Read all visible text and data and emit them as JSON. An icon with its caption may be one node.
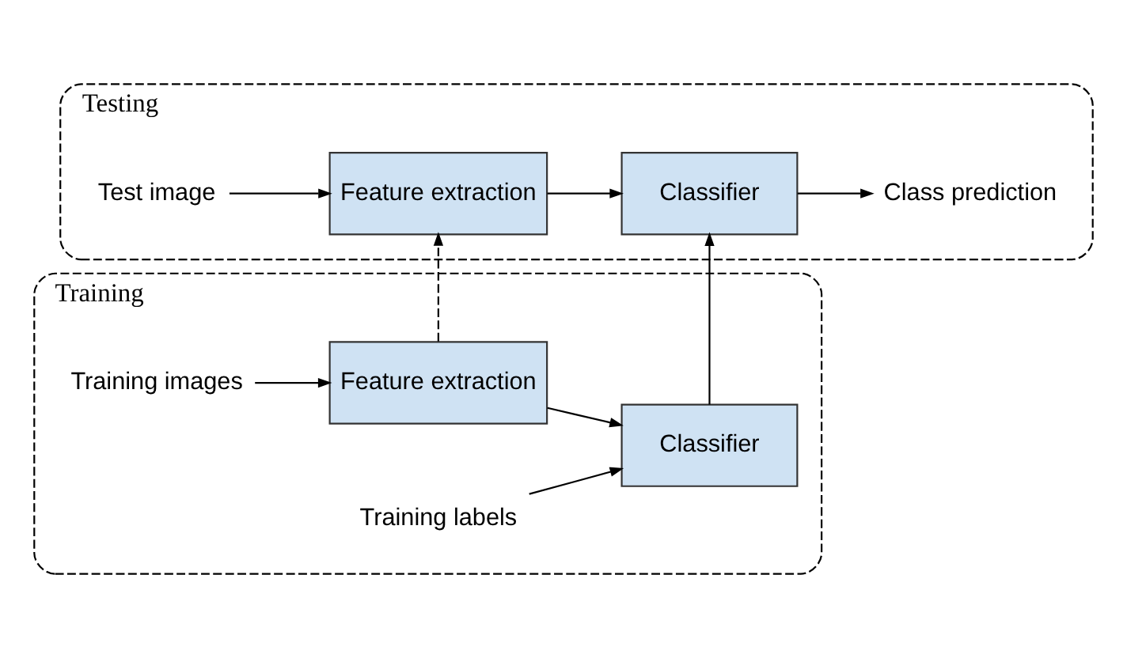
{
  "diagram": {
    "nodes": [
      {
        "text": [
          "Training"
        ]
      },
      {
        "text": [
          "Training images"
        ],
        "in": 0
      },
      {
        "text": [
          "Feature extraction"
        ],
        "in": 0
      },
      {
        "text": [
          "Classifier"
        ],
        "in": 0
      },
      {
        "text": [
          "Training labels"
        ],
        "in": 0
      },
      {
        "text": [
          "Testing"
        ]
      },
      {
        "text": [
          "Test image"
        ],
        "in": 5
      },
      {
        "text": [
          "Feature extraction"
        ],
        "in": 5
      },
      {
        "text": [
          "Classifier"
        ],
        "in": 5
      },
      {
        "text": [
          "Class prediction"
        ],
        "in": 5
      }
    ],
    "edges": [
      {
        "from": 1,
        "to": 2,
        "arrow": "to"
      },
      {
        "from": 2,
        "to": 3,
        "arrow": "to"
      },
      {
        "from": 4,
        "to": 3,
        "arrow": "to"
      },
      {
        "from": 2,
        "to": 7,
        "arrow": "to",
        "style": "dashed"
      },
      {
        "from": 3,
        "to": 8,
        "arrow": "to"
      },
      {
        "from": 6,
        "to": 7,
        "arrow": "to"
      },
      {
        "from": 7,
        "to": 8,
        "arrow": "to"
      },
      {
        "from": 8,
        "to": 9,
        "arrow": "to"
      }
    ]
  }
}
